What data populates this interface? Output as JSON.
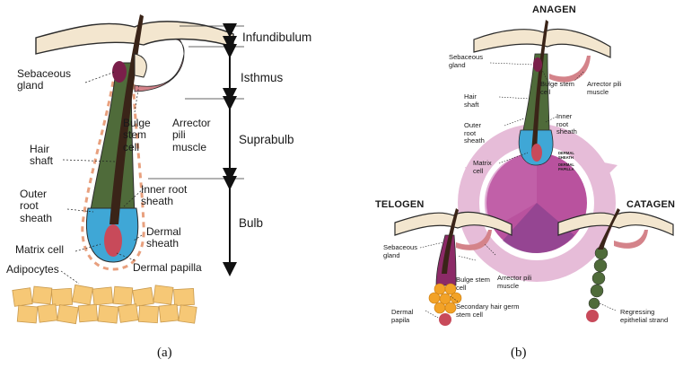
{
  "panel_a": {
    "caption": "(a)",
    "zones": [
      "Infundibulum",
      "Isthmus",
      "Suprabulb",
      "Bulb"
    ],
    "labels": {
      "sebaceous_gland": "Sebaceous\ngland",
      "hair_shaft": "Hair\nshaft",
      "outer_root_sheath": "Outer\nroot\nsheath",
      "matrix_cell": "Matrix cell",
      "adipocytes": "Adipocytes",
      "bulge_stem_cell": "Bulge\nstem\ncell",
      "arrector_pili_muscle": "Arrector\npili\nmuscle",
      "inner_root_sheath": "Inner root\nsheath",
      "dermal_sheath": "Dermal\nsheath",
      "dermal_papilla": "Dermal papilla"
    }
  },
  "panel_b": {
    "caption": "(b)",
    "phases": {
      "anagen": "ANAGEN",
      "telogen": "TELOGEN",
      "catagen": "CATAGEN"
    },
    "anagen_labels": {
      "sebaceous_gland": "Sebaceous\ngland",
      "hair_shaft": "Hair\nshaft",
      "outer_root_sheath": "Outer\nroot\nsheath",
      "matrix_cell": "Matrix\ncell",
      "bulge_stem_cell": "Bulge stem\ncell",
      "arrector_pili_muscle": "Arrector pili\nmuscle",
      "inner_root_sheath": "Inner\nroot\nsheath",
      "dermal_sheath": "DERMAL\nSHEATH",
      "dermal_papilla": "DERMAL\nPAPILLA"
    },
    "telogen_labels": {
      "sebaceous_gland": "Sebaceous\ngland",
      "bulge_stem_cell": "Bulge stem\ncell",
      "arrector_pili_muscle": "Arrector pili\nmuscle",
      "dermal_papila": "Dermal\npapila",
      "secondary_hair_germ": "Secondary hair germ\nstem cell"
    },
    "catagen_labels": {
      "regressing_strand": "Regressing\nepithelial strand"
    }
  },
  "colors": {
    "skin": "#f3e6cf",
    "skin_line": "#2b2b2b",
    "hair": "#3a2418",
    "outer_root_sheath": "#4f6b3a",
    "inner_root_sheath": "#7ab1d6",
    "bulb_blue": "#3fa7d6",
    "dermal_papilla": "#c84a5a",
    "sebaceous": "#7a1f4a",
    "muscle": "#d4838a",
    "dermal_sheath": "#e8a07e",
    "adipocyte": "#f6c876",
    "cycle_ring": "#d9a7cc",
    "cycle_center": "#9c3f8e",
    "germ_orange": "#f2a227"
  }
}
